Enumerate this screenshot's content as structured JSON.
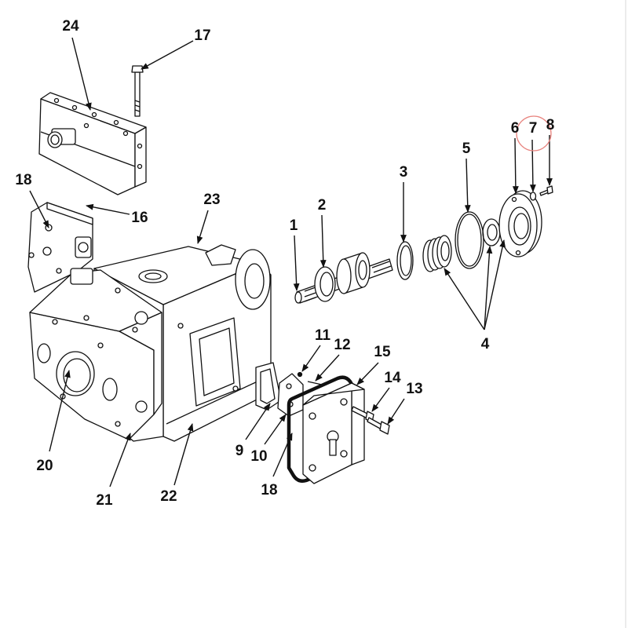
{
  "callouts": [
    "24",
    "17",
    "18",
    "16",
    "23",
    "1",
    "2",
    "3",
    "5",
    "6",
    "7",
    "8",
    "4",
    "11",
    "12",
    "15",
    "14",
    "13",
    "9",
    "10",
    "18",
    "20",
    "21",
    "22"
  ],
  "colors": {
    "line": "#111111",
    "highlight": "#e8847f",
    "background": "#ffffff"
  }
}
